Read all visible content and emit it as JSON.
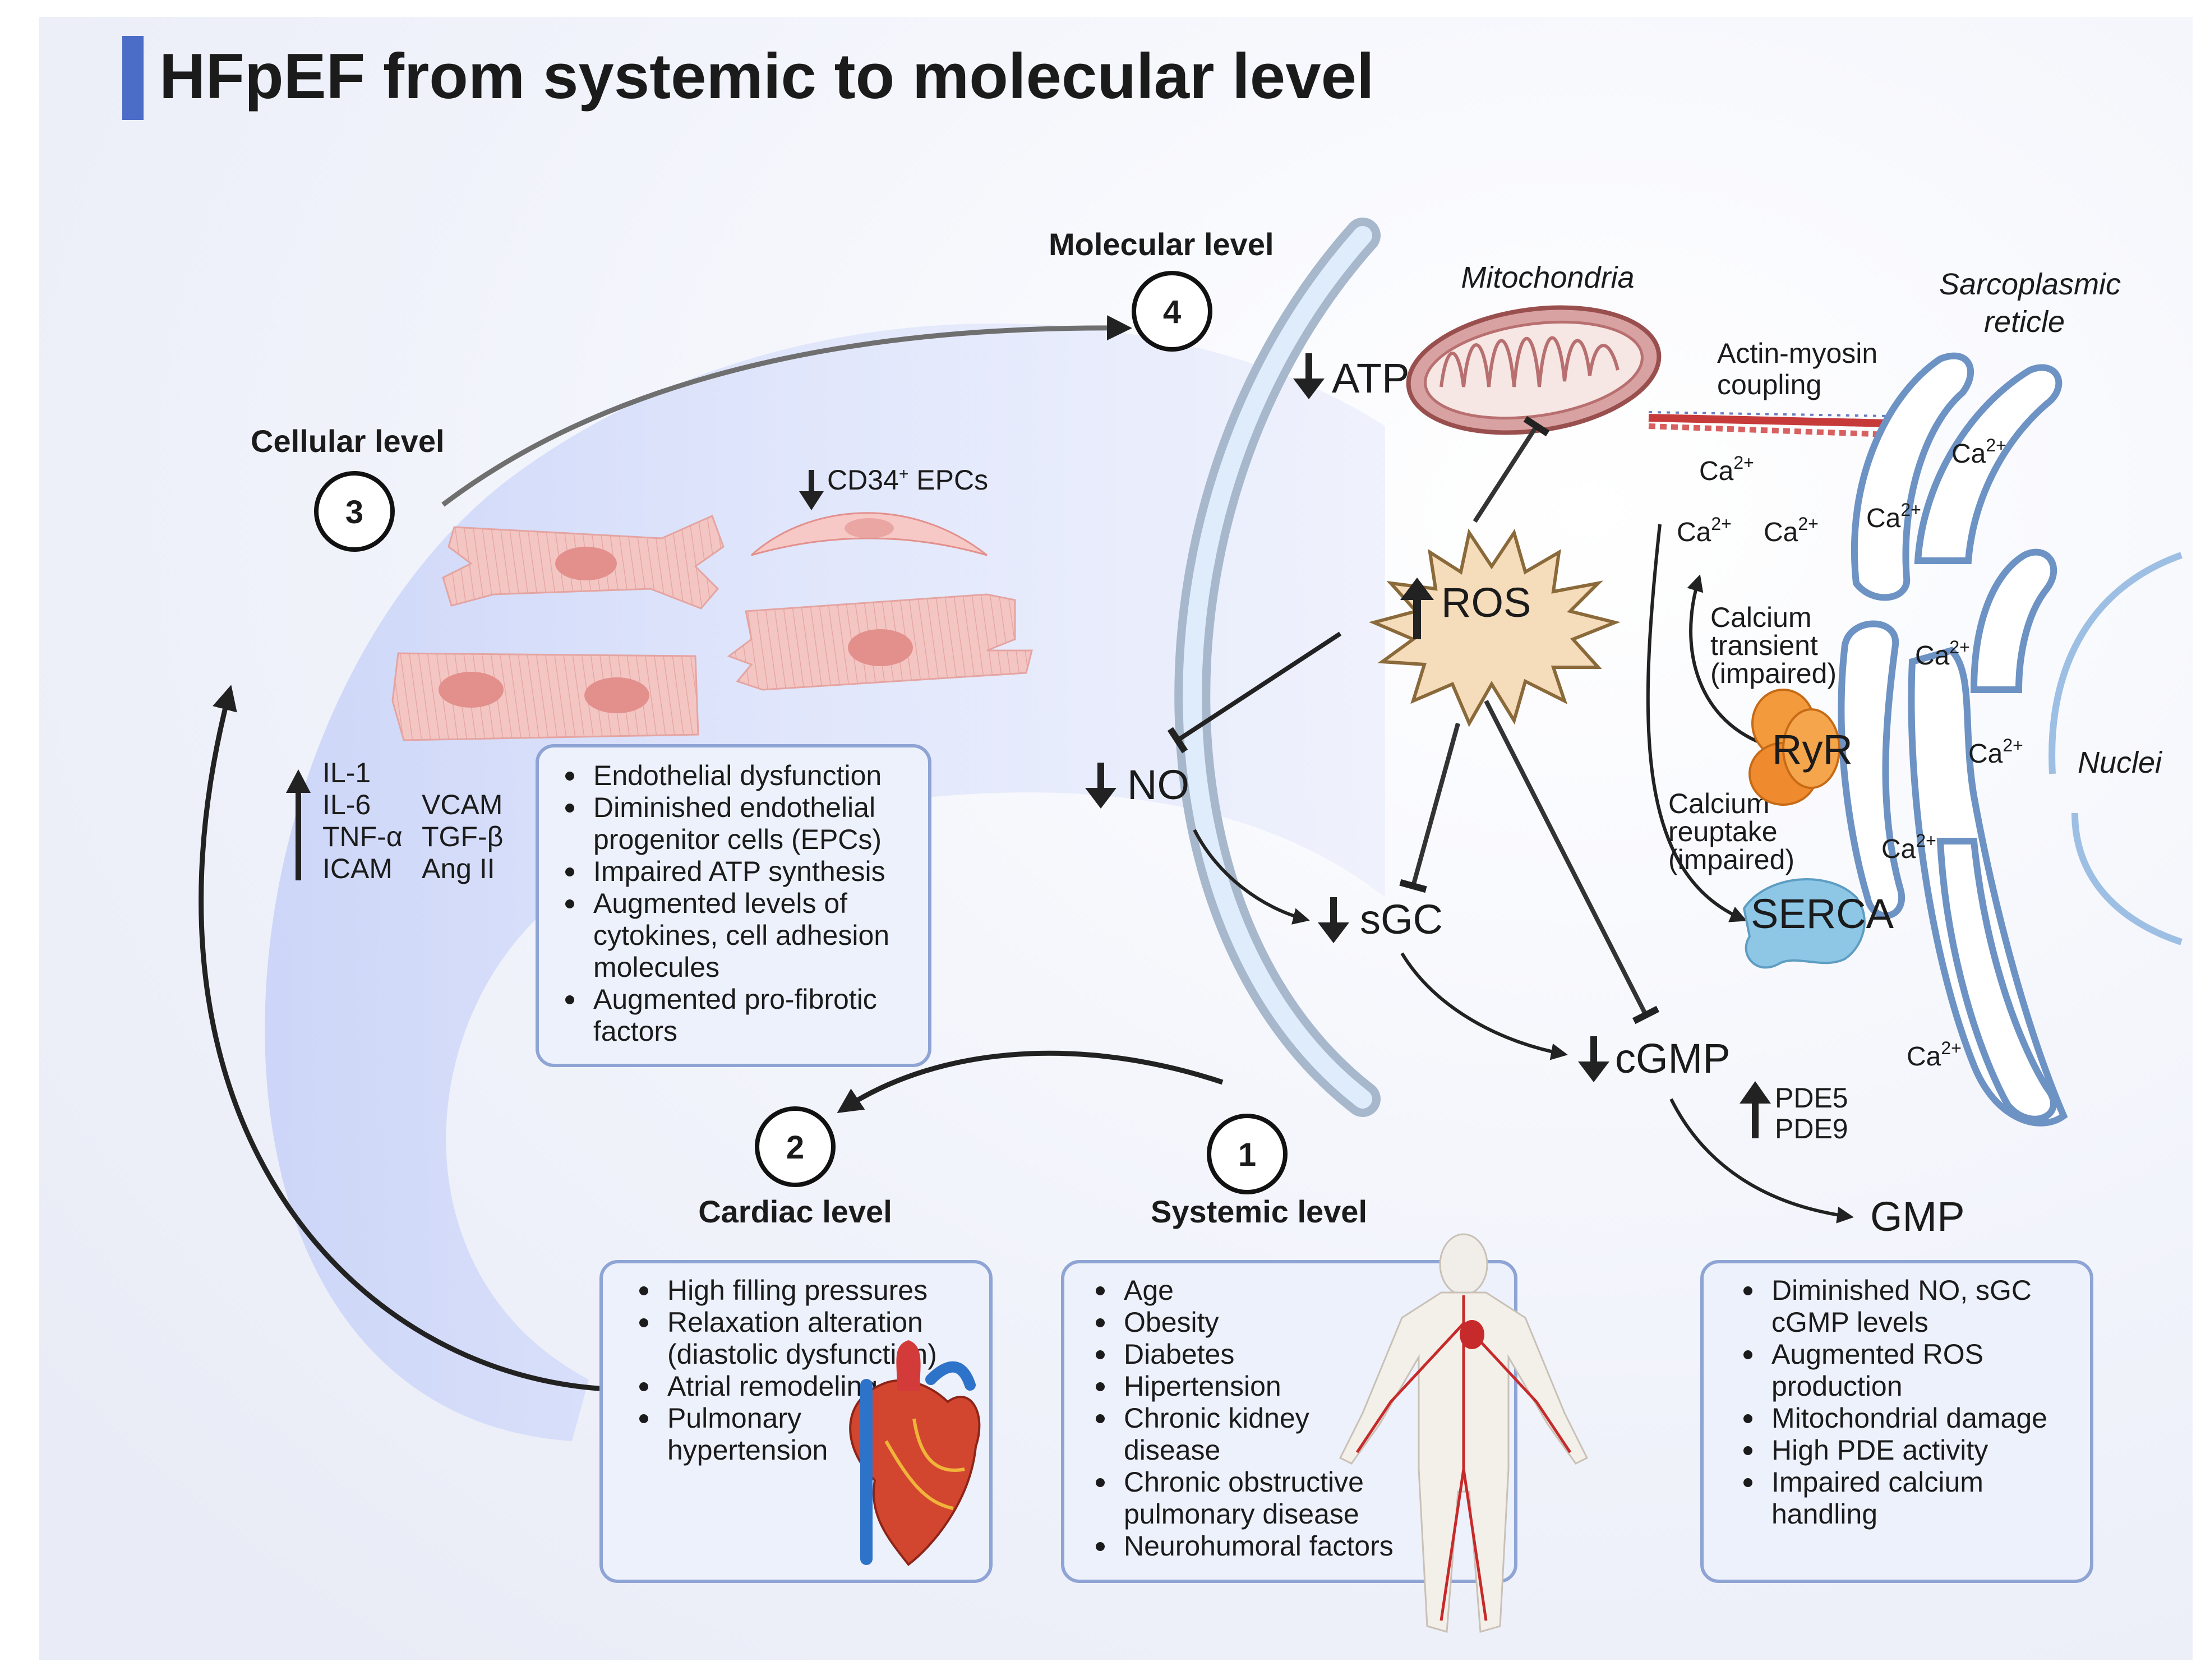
{
  "title": "HFpEF from systemic to molecular level",
  "levels": {
    "systemic": {
      "num": "1",
      "label": "Systemic level"
    },
    "cardiac": {
      "num": "2",
      "label": "Cardiac level"
    },
    "cellular": {
      "num": "3",
      "label": "Cellular level"
    },
    "molecular": {
      "num": "4",
      "label": "Molecular level"
    }
  },
  "cellular": {
    "epc_label": "CD34",
    "epc_sup": "+",
    "epc_suffix": " EPCs",
    "cytokines_col1": [
      "IL-1",
      "IL-6",
      "TNF-α",
      "ICAM"
    ],
    "cytokines_col2": [
      "VCAM",
      "TGF-β",
      "Ang II"
    ],
    "box_lines": [
      {
        "text": "Endothelial dysfunction",
        "bullet": true
      },
      {
        "text": "Diminished endothelial",
        "bullet": true
      },
      {
        "text": "progenitor cells (EPCs)",
        "bullet": false
      },
      {
        "text": "Impaired ATP synthesis",
        "bullet": true
      },
      {
        "text": "Augmented levels of",
        "bullet": true
      },
      {
        "text": "cytokines, cell adhesion",
        "bullet": false
      },
      {
        "text": "molecules",
        "bullet": false
      },
      {
        "text": "Augmented pro-fibrotic",
        "bullet": true
      },
      {
        "text": "factors",
        "bullet": false
      }
    ]
  },
  "cardiac_box_lines": [
    {
      "text": "High filling pressures",
      "bullet": true
    },
    {
      "text": "Relaxation alteration",
      "bullet": true
    },
    {
      "text": "(diastolic dysfunction)",
      "bullet": false
    },
    {
      "text": "Atrial remodeling",
      "bullet": true
    },
    {
      "text": "Pulmonary",
      "bullet": true
    },
    {
      "text": "hypertension",
      "bullet": false
    }
  ],
  "systemic_box_lines": [
    {
      "text": "Age",
      "bullet": true
    },
    {
      "text": "Obesity",
      "bullet": true
    },
    {
      "text": "Diabetes",
      "bullet": true
    },
    {
      "text": "Hipertension",
      "bullet": true
    },
    {
      "text": "Chronic kidney",
      "bullet": true
    },
    {
      "text": "disease",
      "bullet": false
    },
    {
      "text": "Chronic obstructive",
      "bullet": true
    },
    {
      "text": "pulmonary disease",
      "bullet": false
    },
    {
      "text": "Neurohumoral factors",
      "bullet": true
    }
  ],
  "molecular_box_lines": [
    {
      "text": "Diminished NO, sGC",
      "bullet": true
    },
    {
      "text": "cGMP levels",
      "bullet": false
    },
    {
      "text": "Augmented ROS",
      "bullet": true
    },
    {
      "text": "production",
      "bullet": false
    },
    {
      "text": "Mitochondrial damage",
      "bullet": true
    },
    {
      "text": "High PDE activity",
      "bullet": true
    },
    {
      "text": "Impaired calcium",
      "bullet": true
    },
    {
      "text": "handling",
      "bullet": false
    }
  ],
  "molecular": {
    "atp": "ATP",
    "ros": "ROS",
    "no": "NO",
    "sgc": "sGC",
    "cgmp": "cGMP",
    "gmp": "GMP",
    "pde5": "PDE5",
    "pde9": "PDE9",
    "mitochondria": "Mitochondria",
    "sr_line1": "Sarcoplasmic",
    "sr_line2": "reticle",
    "nuclei": "Nuclei",
    "actin_line1": "Actin-myosin",
    "actin_line2": "coupling",
    "ryr": "RyR",
    "serca": "SERCA",
    "ca_transient": [
      "Calcium",
      "transient",
      "(impaired)"
    ],
    "ca_reuptake": [
      "Calcium",
      "reuptake",
      "(impaired)"
    ],
    "ca_base": "Ca",
    "ca_sup": "2+"
  },
  "colors": {
    "accent_bar": "#4b6cc7",
    "arc_band": "#dbe2fb",
    "box_border": "#8ea4d4",
    "box_fill": "#edf1fb",
    "membrane": "#9fb1c6",
    "myocyte": "#f2c3c0",
    "ros_fill": "#f5dcba",
    "mito": "#d9a2a2",
    "ryr": "#f08a2e",
    "serca": "#8ec7e6",
    "sr": "#6d92c4",
    "vessel": "#c72a2a"
  }
}
